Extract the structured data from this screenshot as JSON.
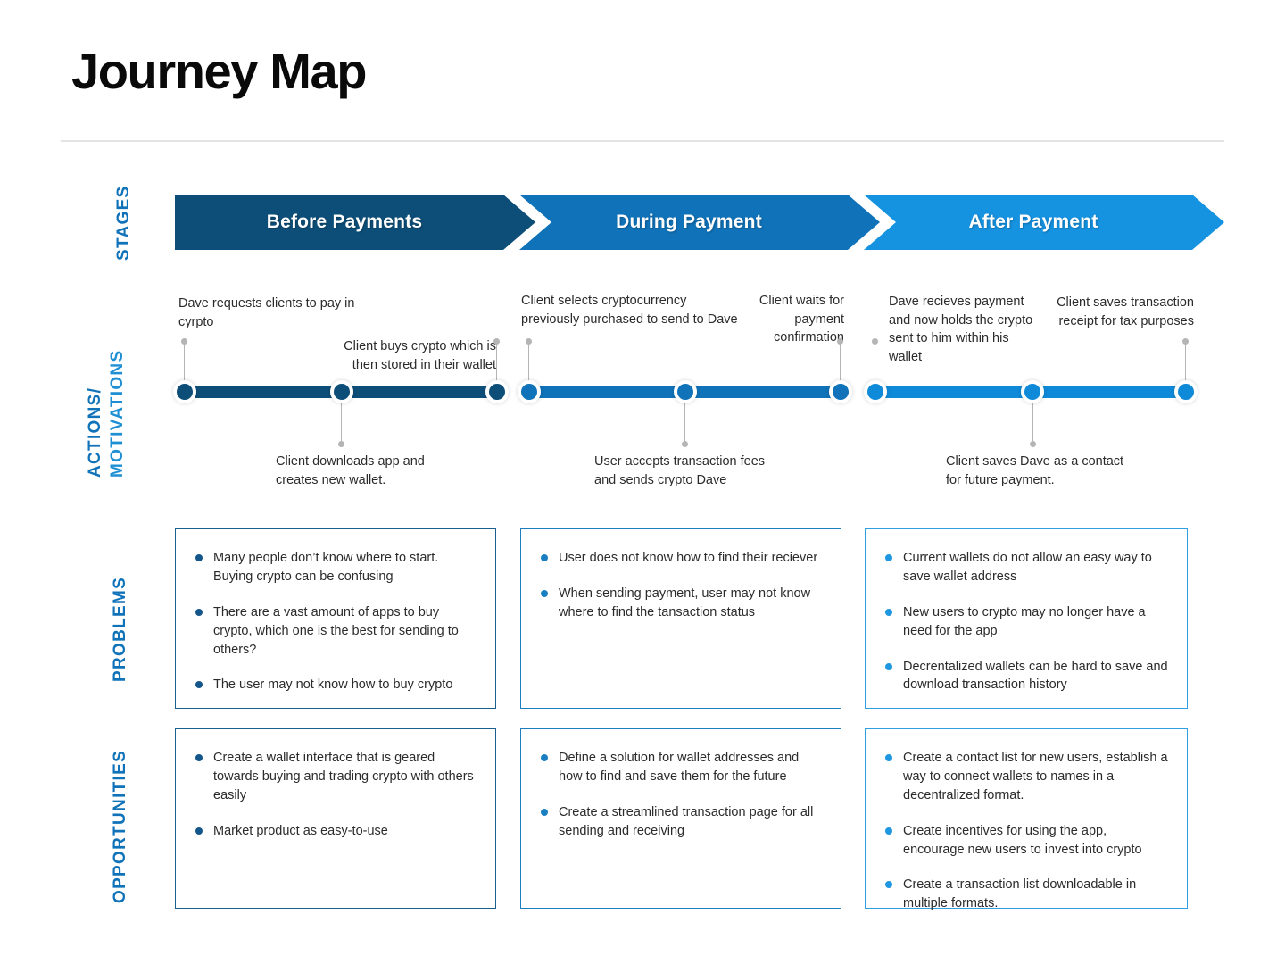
{
  "header": {
    "title": "Journey Map"
  },
  "rows": {
    "stages_label": "STAGES",
    "actions_label_line1": "ACTIONS/",
    "actions_label_line2": "MOTIVATIONS",
    "problems_label": "PROBLEMS",
    "opportunities_label": "OPPORTUNITIES"
  },
  "colors": {
    "stage_1": "#0d4e78",
    "stage_2": "#1072b8",
    "stage_3": "#1592e0",
    "label_blue": "#1072b8",
    "label_blue_light": "#1f8fd4",
    "text": "#2b2b2b",
    "rule": "#e3e3e3",
    "leader": "#b5b5b5"
  },
  "stages": [
    {
      "label": "Before Payments"
    },
    {
      "label": "During Payment"
    },
    {
      "label": "After Payment"
    }
  ],
  "actions": {
    "above": [
      {
        "text": "Dave requests clients to pay in cyrpto"
      },
      {
        "text": "Client buys crypto which is then stored in their wallet"
      },
      {
        "text": "Client selects cryptocurrency previously purchased to send to Dave"
      },
      {
        "text": "Client waits for payment confirmation"
      },
      {
        "text": "Dave recieves payment and now holds the crypto sent to him within his wallet"
      },
      {
        "text": "Client saves transaction receipt for tax purposes"
      }
    ],
    "below": [
      {
        "text": "Client downloads app and creates new wallet."
      },
      {
        "text": "User accepts transaction fees and sends crypto Dave"
      },
      {
        "text": "Client saves Dave as a contact for future payment."
      }
    ]
  },
  "problems": {
    "column_1": [
      "Many people don’t know where to start. Buying crypto can be confusing",
      "There are a vast amount of apps to buy crypto, which one is the best for sending to others?",
      "The user may not know how to buy crypto"
    ],
    "column_2": [
      "User does not know how to find their reciever",
      "When sending payment, user may not know where to find the tansaction status"
    ],
    "column_3": [
      "Current wallets do not allow an easy way to save wallet address",
      "New users to crypto may no longer have a need for the app",
      "Decrentalized wallets can be hard to save and download transaction history"
    ]
  },
  "opportunities": {
    "column_1": [
      "Create a wallet interface that is geared towards buying and trading crypto with others easily",
      "Market product as easy-to-use"
    ],
    "column_2": [
      "Define a solution for wallet addresses and how to find and save them for the future",
      "Create a streamlined transaction page for all sending and receiving"
    ],
    "column_3": [
      "Create a contact list for new users, establish a way to connect wallets to names in a decentralized format.",
      "Create incentives for using the app, encourage new users to invest into crypto",
      "Create a transaction list downloadable in multiple formats."
    ]
  }
}
